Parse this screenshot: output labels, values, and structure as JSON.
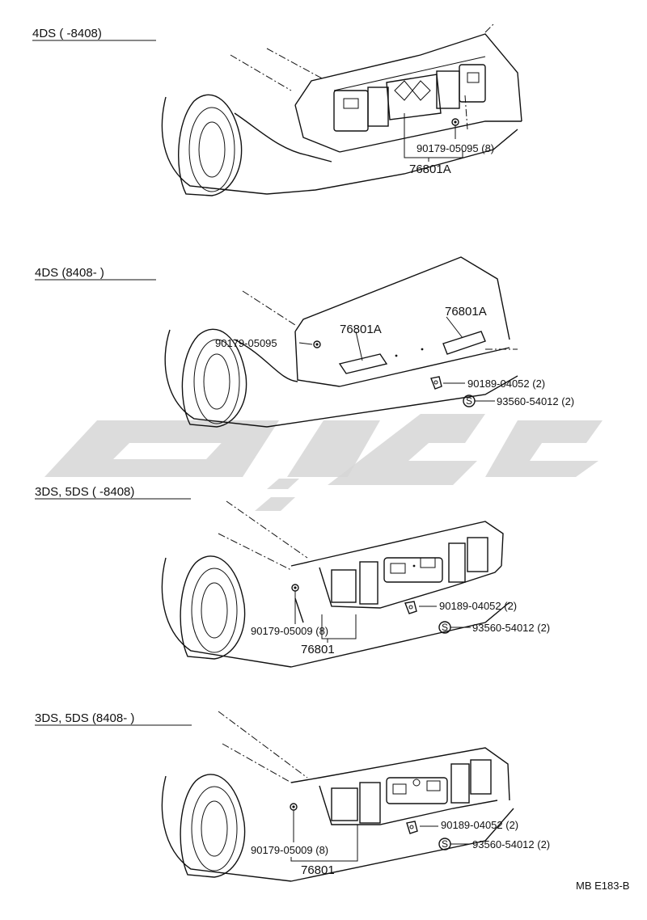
{
  "sections": [
    {
      "header": "4DS (        -8408)",
      "labels": {
        "nut": "90179-05095 (8)",
        "garnish": "76801A"
      }
    },
    {
      "header": "4DS (8408-        )",
      "labels": {
        "garnish_left": "76801A",
        "garnish_right": "76801A",
        "nut": "90179-05095",
        "clip": "90189-04052 (2)",
        "seal": "93560-54012 (2)"
      }
    },
    {
      "header": "3DS, 5DS (        -8408)",
      "labels": {
        "clip": "90189-04052 (2)",
        "seal": "93560-54012 (2)",
        "nut": "90179-05009 (8)",
        "garnish": "76801"
      }
    },
    {
      "header": "3DS, 5DS (8408-        )",
      "labels": {
        "clip": "90189-04052 (2)",
        "seal": "93560-54012 (2)",
        "nut": "90179-05009 (8)",
        "garnish": "76801"
      }
    }
  ],
  "seal_symbol": "S",
  "footer_code": "MB E183-B",
  "watermark": {
    "kind": "logo",
    "color": "#d6d6d6"
  }
}
